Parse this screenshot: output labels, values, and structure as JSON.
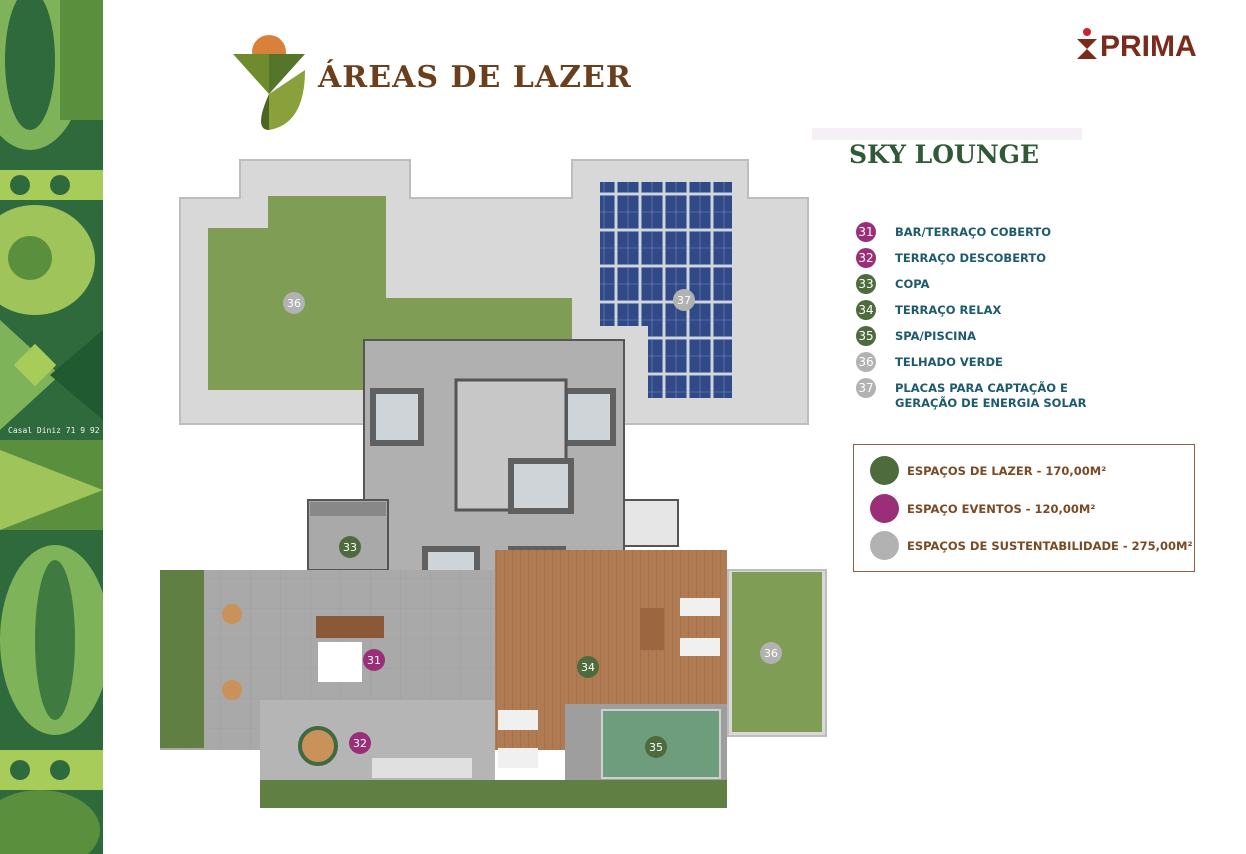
{
  "header": {
    "title": "ÁREAS DE LAZER",
    "brand": "PRIMA"
  },
  "watermark": "Casal Diniz 71 9 92",
  "section": {
    "title": "SKY LOUNGE"
  },
  "legend": [
    {
      "num": "31",
      "label": "BAR/TERRAÇO COBERTO",
      "color": "#9a2f78"
    },
    {
      "num": "32",
      "label": "TERRAÇO DESCOBERTO",
      "color": "#9a2f78"
    },
    {
      "num": "33",
      "label": "COPA",
      "color": "#4d6b3c"
    },
    {
      "num": "34",
      "label": "TERRAÇO RELAX",
      "color": "#4d6b3c"
    },
    {
      "num": "35",
      "label": "SPA/PISCINA",
      "color": "#4d6b3c"
    },
    {
      "num": "36",
      "label": "TELHADO VERDE",
      "color": "#b2b2b2"
    },
    {
      "num": "37",
      "label_line1": "PLACAS PARA CAPTAÇÃO E",
      "label_line2": "GERAÇÃO DE ENERGIA SOLAR",
      "color": "#b2b2b2"
    }
  ],
  "areas": [
    {
      "label": "ESPAÇOS DE LAZER - 170,00M²",
      "color": "#4d6b3c"
    },
    {
      "label": "ESPAÇO EVENTOS - 120,00M²",
      "color": "#9a2f78"
    },
    {
      "label": "ESPAÇOS DE SUSTENTABILIDADE - 275,00M²",
      "color": "#b2b2b2"
    }
  ],
  "plan_markers": {
    "m36a": "36",
    "m37": "37",
    "m33": "33",
    "m31": "31",
    "m34": "34",
    "m36b": "36",
    "m32": "32",
    "m35": "35"
  },
  "colors": {
    "title_brown": "#6b3e1c",
    "brand_red": "#7c2a1a",
    "section_green": "#2f5a35",
    "legend_text": "#1e5a6e",
    "lazer_green": "#4d6b3c",
    "eventos_magenta": "#9a2f78",
    "sustentabilidade_gray": "#b2b2b2"
  },
  "icons": [
    "leaf-logo-icon",
    "prima-logo-icon",
    "solar-panel-icon",
    "elevator-icon",
    "pool-icon"
  ]
}
